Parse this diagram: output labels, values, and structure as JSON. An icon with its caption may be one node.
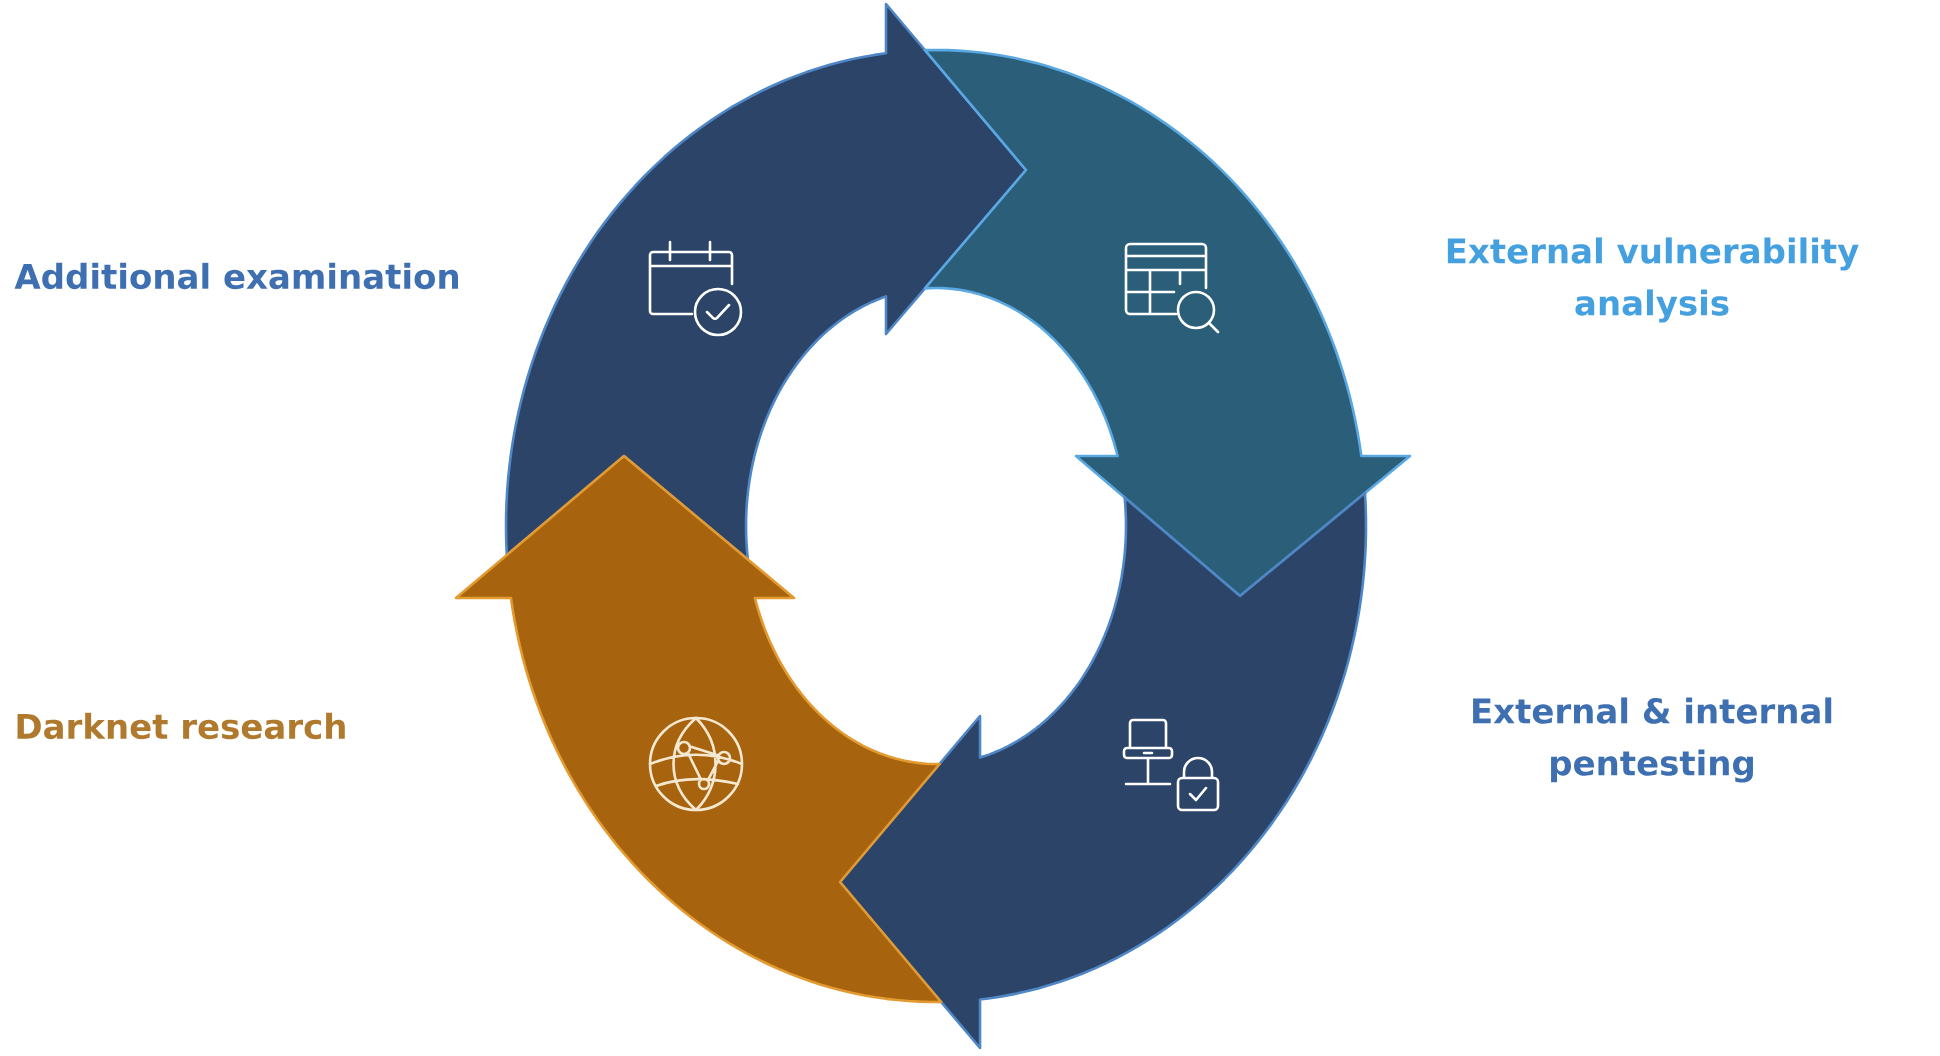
{
  "diagram": {
    "nodes": [
      {
        "text": [],
        "shape": "arrow",
        "beside": [
          "Additional examination"
        ]
      },
      {
        "text": [],
        "shape": "arrow",
        "beside": [
          "External vulnerability analysis"
        ]
      },
      {
        "text": [],
        "shape": "arrow",
        "beside": [
          "External & internal pentesting"
        ]
      },
      {
        "text": [],
        "shape": "arrow",
        "beside": [
          "Darknet research"
        ]
      }
    ]
  }
}
